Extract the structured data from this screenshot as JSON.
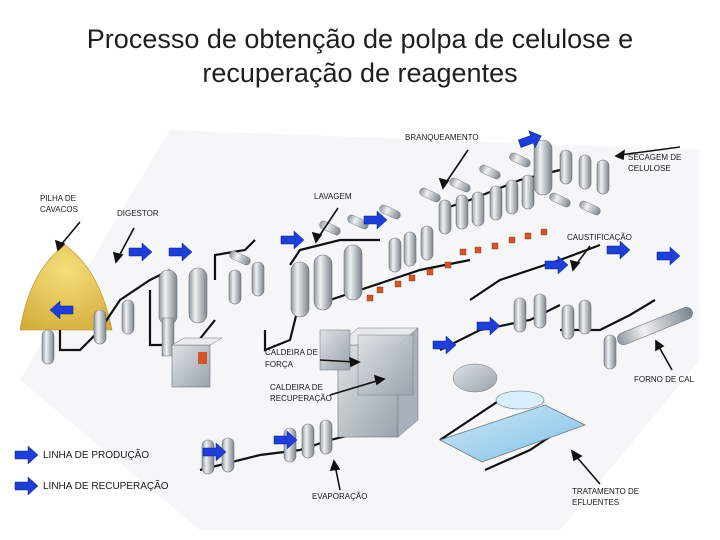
{
  "title": {
    "line1": "Processo de obtenção de polpa de celulose e",
    "line2": "recuperação de reagentes"
  },
  "labels": {
    "branqueamento": "BRANQUEAMENTO",
    "secagem_line1": "SECAGEM DE",
    "secagem_line2": "CELULOSE",
    "pilha_line1": "PILHA DE",
    "pilha_line2": "CAVACOS",
    "lavagem": "LAVAGEM",
    "digestor": "DIGESTOR",
    "caustificacao": "CAUSTIFICAÇÃO",
    "caldeira_forca_line1": "CALDEIRA DE",
    "caldeira_forca_line2": "FORÇA",
    "forno_cal": "FORNO DE CAL",
    "caldeira_rec_line1": "CALDEIRA DE",
    "caldeira_rec_line2": "RECUPERAÇÃO",
    "evaporacao": "EVAPORAÇÃO",
    "tratamento_line1": "TRATAMENTO DE",
    "tratamento_line2": "EFLUENTES"
  },
  "legend": {
    "producao": "LINHA DE PRODUÇÃO",
    "recuperacao": "LINHA DE RECUPERAÇÃO"
  },
  "colors": {
    "producao_arrow": "#1e3fd6",
    "recuperacao_arrow": "#3c68c8",
    "equipment": "#c9d0d6",
    "chips": "#e8c95a",
    "valves": "#d4552a"
  }
}
